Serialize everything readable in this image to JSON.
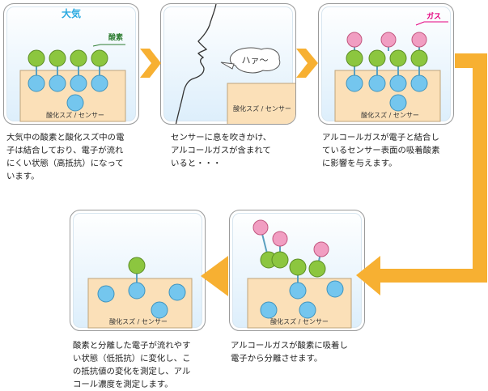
{
  "labels": {
    "atmosphere": "大気",
    "oxygen": "酸素",
    "gas": "ガス",
    "sensor": "酸化スズ / センサー",
    "breath": "ハァ〜"
  },
  "captions": {
    "step1": "大気中の酸素と酸化スズ中の電\n子は結合しており、電子が流れ\nにくい状態（高抵抗）になって\nいます。",
    "step2": "センサーに息を吹きかけ、\nアルコールガスが含まれて\nいると・・・",
    "step3": "アルコールガスが電子と結合し\nているセンサー表面の吸着酸素\nに影響を与えます。",
    "step4": "アルコールガスが酸素に吸着し\n電子から分離させます。",
    "step5": "酸素と分離した電子が流れやす\nい状態（低抵抗）に変化し、こ\nの抵抗値の変化を測定し、アル\nコール濃度を測定します。"
  },
  "colors": {
    "oxygen": "#8cc63f",
    "electron": "#74c6ee",
    "gas": "#f19ec2",
    "sensor": "#fbe0b8",
    "arrow": "#f7b032",
    "title": "#29a9e0",
    "gas_label": "#e4007f"
  }
}
